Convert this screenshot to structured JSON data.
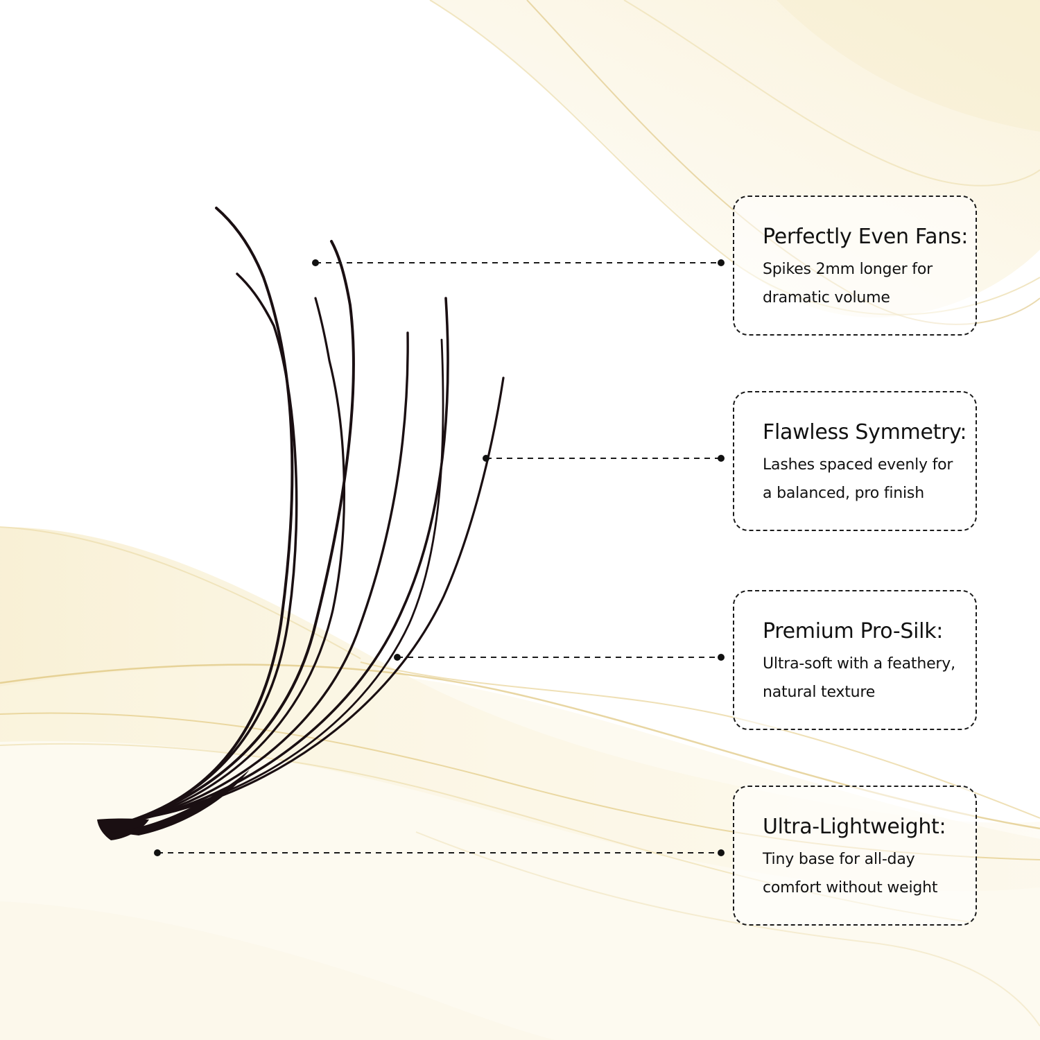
{
  "colors": {
    "background": "#ffffff",
    "silk_gold": "#e8d08a",
    "silk_light": "#f6ecc8",
    "lash": "#1a0f12",
    "text": "#111111",
    "border": "#1a1a1a"
  },
  "product_image": {
    "icon": "lash-fan-icon"
  },
  "callouts": [
    {
      "title": "Perfectly Even Fans:",
      "line1": "Spikes 2mm longer for",
      "line2": "dramatic volume"
    },
    {
      "title": "Flawless Symmetry:",
      "line1": "Lashes spaced evenly for",
      "line2": "a balanced, pro finish"
    },
    {
      "title": "Premium Pro-Silk:",
      "line1": "Ultra-soft with a feathery,",
      "line2": "natural texture"
    },
    {
      "title": "Ultra-Lightweight:",
      "line1": "Tiny base for all-day",
      "line2": "comfort without weight"
    }
  ]
}
